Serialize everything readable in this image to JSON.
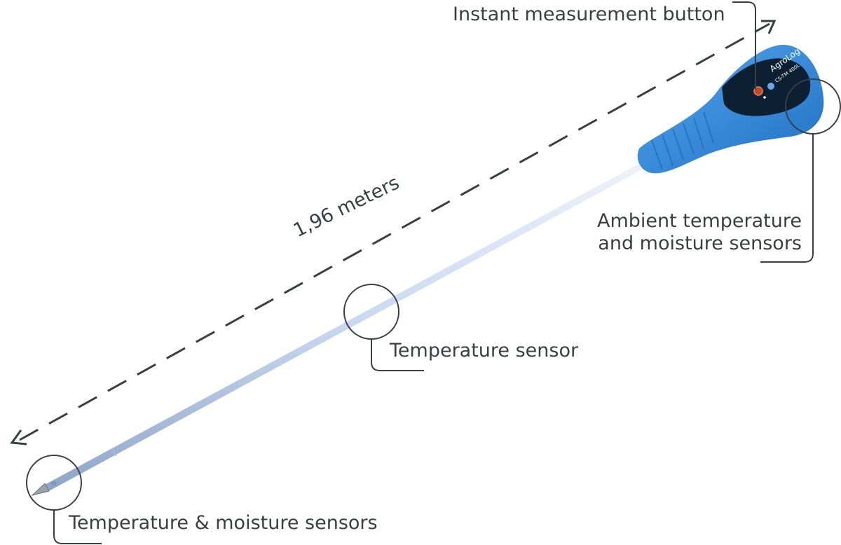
{
  "labels": {
    "button": "Instant measurement button",
    "ambient_line1": "Ambient temperature",
    "ambient_line2": "and moisture sensors",
    "temperature": "Temperature sensor",
    "temp_moisture": "Temperature & moisture sensors",
    "length": "1,96 meters"
  },
  "device": {
    "brand": "AgroLog",
    "model": "CS-TM 400L"
  },
  "colors": {
    "handle": "#2f86db",
    "handle_light": "#55a8ee",
    "panel": "#0d1f33",
    "rod": "#c9d8ef",
    "callout": "#3a3f44",
    "button": "#c04a2a"
  }
}
